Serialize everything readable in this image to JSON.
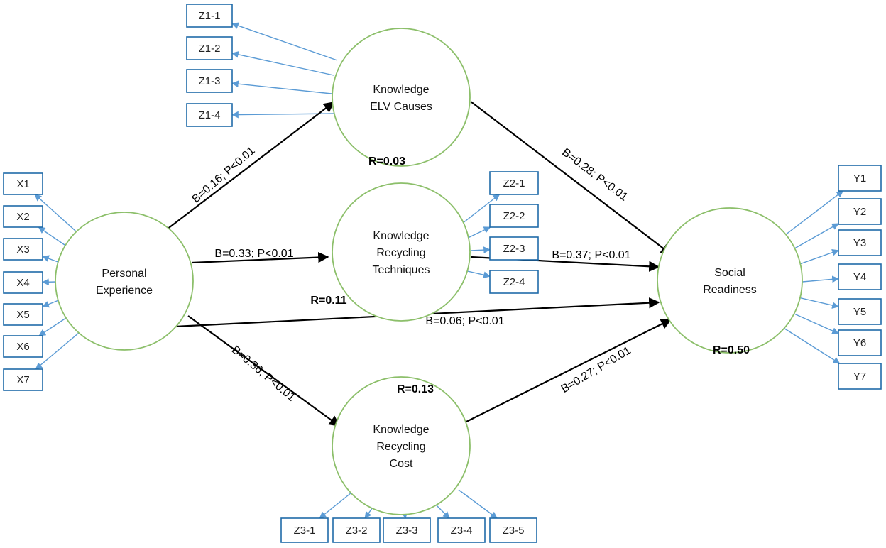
{
  "colors": {
    "loading": "#5b9bd5",
    "path": "#000000",
    "latent_border": "#8cbf6a",
    "indicator_border": "#1f6aa8"
  },
  "latents": {
    "pe": {
      "lines": [
        "Personal",
        "Experience"
      ]
    },
    "elv": {
      "lines": [
        "Knowledge",
        "ELV Causes"
      ],
      "r": "R=0.03"
    },
    "rt": {
      "lines": [
        "Knowledge",
        "Recycling",
        "Techniques"
      ],
      "r": "R=0.11"
    },
    "rc": {
      "lines": [
        "Knowledge",
        "Recycling",
        "Cost"
      ],
      "r": "R=0.13"
    },
    "sr": {
      "lines": [
        "Social",
        "Readiness"
      ],
      "r": "R=0.50"
    }
  },
  "indicators": {
    "x": [
      "X1",
      "X2",
      "X3",
      "X4",
      "X5",
      "X6",
      "X7"
    ],
    "z1": [
      "Z1-1",
      "Z1-2",
      "Z1-3",
      "Z1-4"
    ],
    "z2": [
      "Z2-1",
      "Z2-2",
      "Z2-3",
      "Z2-4"
    ],
    "z3": [
      "Z3-1",
      "Z3-2",
      "Z3-3",
      "Z3-4",
      "Z3-5"
    ],
    "y": [
      "Y1",
      "Y2",
      "Y3",
      "Y4",
      "Y5",
      "Y6",
      "Y7"
    ]
  },
  "paths": {
    "pe_elv": "B=0.16; P<0.01",
    "pe_rt": "B=0.33; P<0.01",
    "pe_rc": "B=0.36; P<0.01",
    "pe_sr": "B=0.06; P<0.01",
    "elv_sr": "B=0.28; P<0.01",
    "rt_sr": "B=0.37; P<0.01",
    "rc_sr": "B=0.27; P<0.01"
  }
}
